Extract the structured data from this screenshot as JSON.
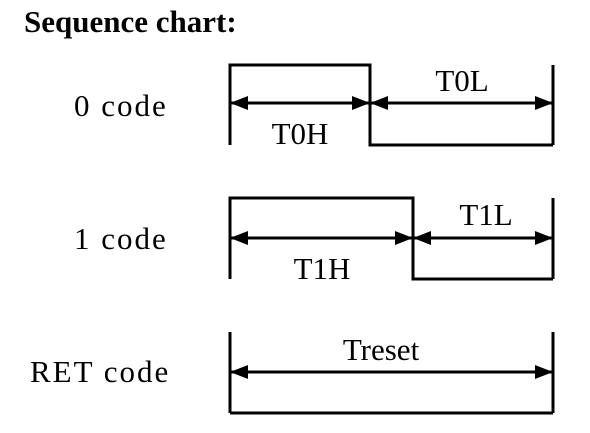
{
  "title": "Sequence chart:",
  "rows": [
    {
      "label": "0 code",
      "high_label": "T0H",
      "low_label": "T0L"
    },
    {
      "label": "1 code",
      "high_label": "T1H",
      "low_label": "T1L"
    },
    {
      "label": "RET code",
      "span_label": "Treset"
    }
  ],
  "colors": {
    "line": "#000000",
    "background": "#ffffff"
  }
}
